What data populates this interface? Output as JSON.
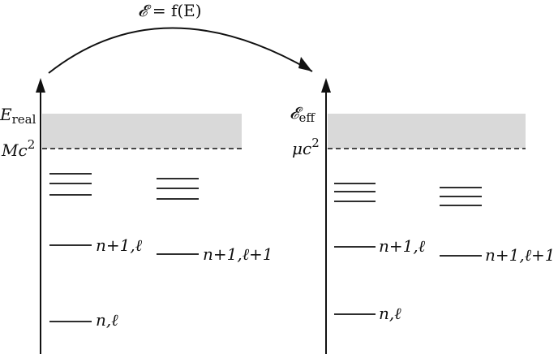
{
  "mapping_label": {
    "lhs": "𝓔",
    "rhs": " = f(E)"
  },
  "left_panel": {
    "top_label": {
      "main": "E",
      "sub": "real"
    },
    "threshold_label": {
      "main": "Mc",
      "sup": "2"
    },
    "level_labels": {
      "lower": "n,ℓ",
      "upper": "n+1,ℓ",
      "side": "n+1,ℓ+1"
    }
  },
  "right_panel": {
    "top_label": {
      "main": "𝓔",
      "sub": "eff"
    },
    "threshold_label": {
      "main": "μc",
      "sup": "2"
    },
    "level_labels": {
      "lower": "n,ℓ",
      "upper": "n+1,ℓ",
      "side": "n+1,ℓ+1"
    }
  },
  "colors": {
    "continuum": "#d9d9d9",
    "ink": "#111111"
  }
}
